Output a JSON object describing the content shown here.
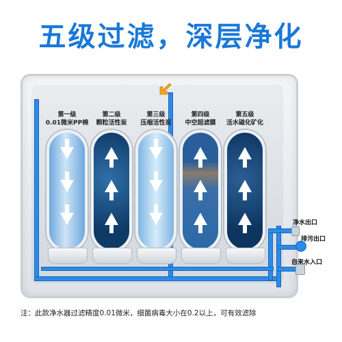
{
  "headline": "五级过滤，深层净化",
  "stages": [
    {
      "name": "第一级",
      "desc": "0.01微米PP棉",
      "flow": "down"
    },
    {
      "name": "第二级",
      "desc": "颗粒活性炭",
      "flow": "up"
    },
    {
      "name": "第三级",
      "desc": "压缩活性炭",
      "flow": "down"
    },
    {
      "name": "第四级",
      "desc": "中空超滤膜",
      "flow": "up"
    },
    {
      "name": "第五级",
      "desc": "活水磁化矿化",
      "flow": "up"
    }
  ],
  "ports": {
    "clean_outlet": "净水出口",
    "drain_outlet": "排污出口",
    "tap_inlet": "自来水入口"
  },
  "note": "注：此款净水器过滤精度0.01微米，细菌病毒大小在0.2以上，可有效滤除",
  "colors": {
    "accent": "#1a78d8",
    "pipe": "#2d8be6"
  }
}
